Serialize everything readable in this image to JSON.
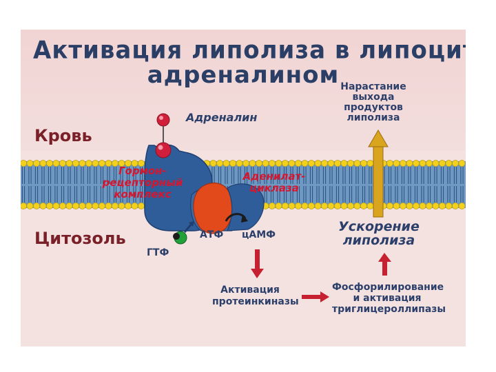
{
  "title": {
    "line1": "Активация липолиза в липоцитах",
    "line2": "адреналином"
  },
  "compartments": {
    "blood": "Кровь",
    "cytosol": "Цитозоль"
  },
  "labels": {
    "adrenaline": "Адреналин",
    "lipolysis_output": "Нарастание выхода продуктов липолиза",
    "receptor_complex": "Гормон- рецепторный комплекс",
    "adenylate_cyclase": "Аденилат- циклаза",
    "acceleration": "Ускорение липолиза",
    "gtp": "ГТФ",
    "atp": "АТФ",
    "camp": "цАМФ",
    "protein_kinase": "Активация протеинкиназы",
    "phosphorylation": "Фосфорилирование и активация триглицероллипазы"
  },
  "colors": {
    "card_background": "#f3e2e0",
    "title_text": "#2b3f66",
    "compartment_text": "#7a2028",
    "membrane_heads": "#f2d01e",
    "membrane_tails": "#4a78a4",
    "receptor": "#2f5d9a",
    "cyclase": "#e24a1c",
    "hormone": "#d01f3a",
    "arrow_red": "#c72030",
    "arrow_gold": "#d9a41e",
    "gtp_dot": "#22a13a"
  }
}
